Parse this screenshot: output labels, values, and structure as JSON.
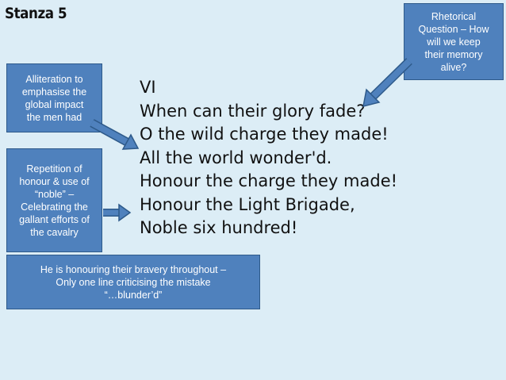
{
  "slide": {
    "title": "Stanza 5"
  },
  "callouts": {
    "rhetorical": "Rhetorical\nQuestion – How\nwill we keep\ntheir memory\nalive?",
    "alliteration": "Alliteration to\nemphasise the\nglobal impact\nthe men had",
    "repetition": "Repetition of\nhonour & use of\n“noble” –\nCelebrating the\ngallant efforts of\nthe cavalry",
    "bravery": "He is honouring their bravery throughout –\nOnly one line criticising the mistake\n“…blunder’d”"
  },
  "poem": {
    "lines": [
      "VI",
      "When can their glory fade?",
      "O the wild charge they made!",
      "All the world wonder'd.",
      "Honour the charge they made!",
      "Honour the Light Brigade,",
      "Noble six hundred!"
    ]
  },
  "colors": {
    "background": "#dcedf6",
    "callout_fill": "#4f81bd",
    "callout_border": "#2e5a8a",
    "arrow": "#4f81bd"
  }
}
